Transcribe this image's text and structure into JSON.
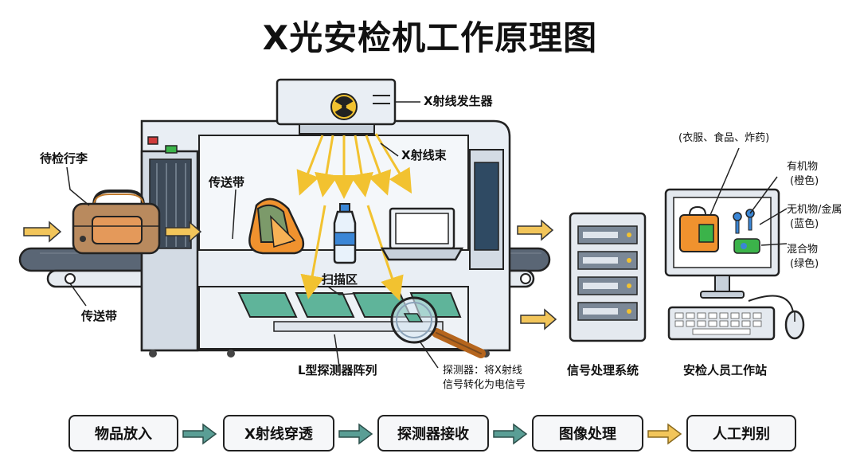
{
  "title": "X光安检机工作原理图",
  "labels": {
    "xray_generator": "X射线发生器",
    "xray_beam": "X射线束",
    "pending_luggage": "待检行李",
    "conveyor_belt_inside": "传送带",
    "conveyor_belt_outside": "传送带",
    "scan_area": "扫描区",
    "detector_array": "L型探测器阵列",
    "detector_note_line1": "探测器：将X射线",
    "detector_note_line2": "信号转化为电信号",
    "signal_system": "信号处理系统",
    "workstation": "安检人员工作站"
  },
  "legend": {
    "category_examples": "(衣服、食品、炸药)",
    "organic": "有机物",
    "organic_color": "(橙色)",
    "inorganic": "无机物/金属",
    "inorganic_color": "(蓝色)",
    "mixed": "混合物",
    "mixed_color": "(绿色)"
  },
  "steps": [
    "物品放入",
    "X射线穿透",
    "探测器接收",
    "图像处理",
    "人工判别"
  ],
  "icons": [
    "radiation-icon",
    "bag-icon",
    "backpack-icon",
    "bottle-icon",
    "laptop-icon",
    "magnifier-icon",
    "server-icon",
    "monitor-icon",
    "keyboard-icon",
    "mouse-icon",
    "key-icon",
    "arrow-icon"
  ],
  "colors": {
    "organic": "#f0922e",
    "inorganic": "#3a86d6",
    "mixed": "#3bb34a",
    "beam": "#f2c230",
    "machine": "#e9eef4",
    "arrow_flow": "#5a9e95",
    "arrow_io": "#f2c55a"
  }
}
